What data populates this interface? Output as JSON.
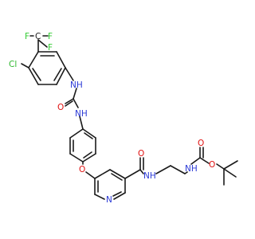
{
  "molecule": {
    "atom_labels": {
      "cl": "Cl",
      "f_top_left": "F",
      "c_cf3": "C",
      "f_top_right": "F",
      "f_right": "F",
      "urea_nh_upper": "NH",
      "urea_o": "O",
      "urea_nh_lower": "NH",
      "ether_o": "O",
      "amide_o": "O",
      "amide_nh": "NH",
      "carbamate_nh": "NH",
      "carbamate_o_top": "O",
      "carbamate_o_ester": "O",
      "pyridine_n": "N"
    },
    "colors": {
      "bond": "#1a1a1a",
      "chlorine": "#2eb82e",
      "fluorine": "#33cc33",
      "nitrogen": "#2b3ad6",
      "oxygen": "#e01010",
      "carbon": "#1a1a1a"
    }
  }
}
